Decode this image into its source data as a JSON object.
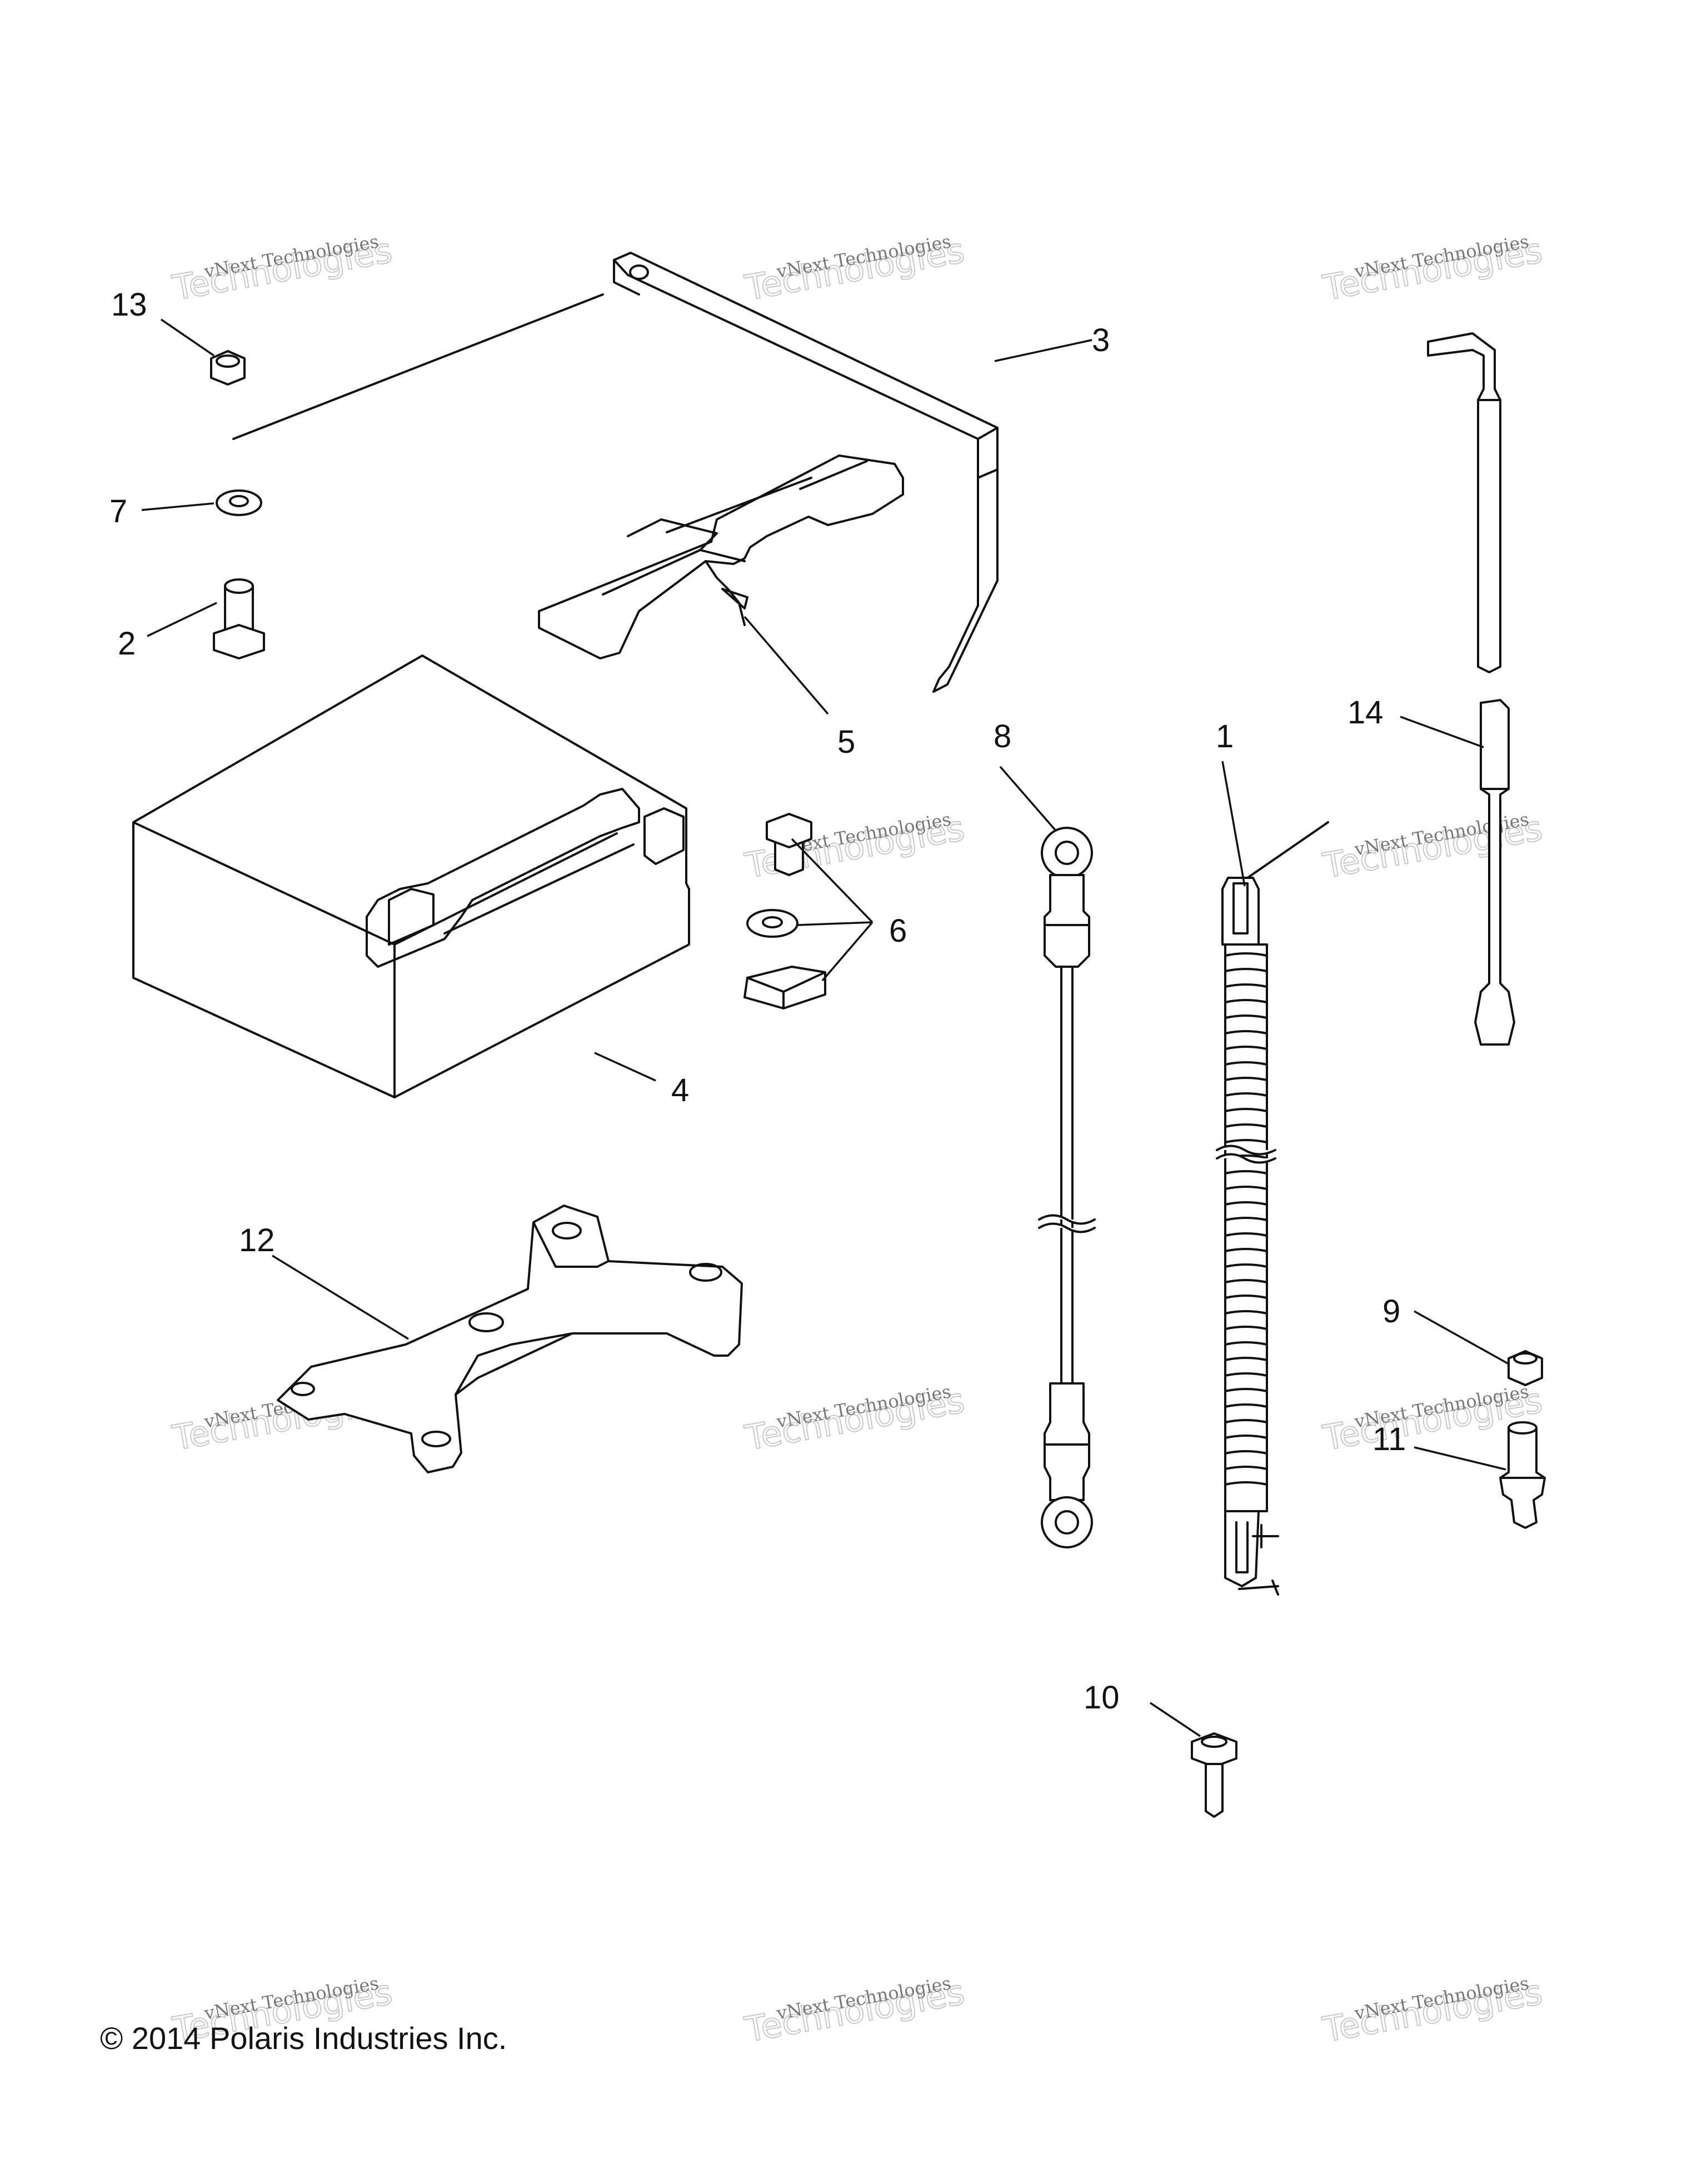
{
  "diagram": {
    "callouts": [
      {
        "label": "13"
      },
      {
        "label": "3"
      },
      {
        "label": "7"
      },
      {
        "label": "2"
      },
      {
        "label": "5"
      },
      {
        "label": "8"
      },
      {
        "label": "1"
      },
      {
        "label": "14"
      },
      {
        "label": "6"
      },
      {
        "label": "4"
      },
      {
        "label": "12"
      },
      {
        "label": "9"
      },
      {
        "label": "11"
      },
      {
        "label": "10"
      }
    ],
    "watermark": {
      "line1": "vNext Technologies",
      "line2": "Technologies"
    },
    "copyright": "© 2014 Polaris Industries Inc."
  }
}
